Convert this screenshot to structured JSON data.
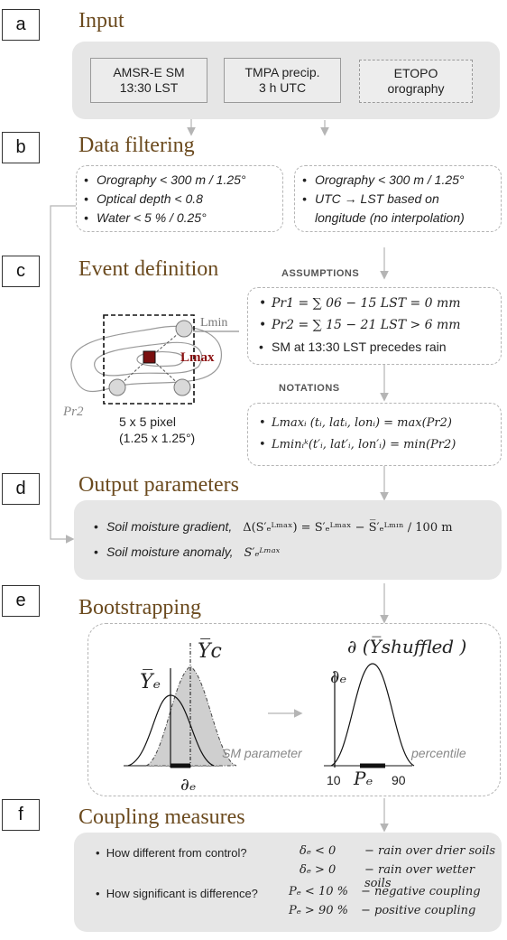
{
  "letters": {
    "a": "a",
    "b": "b",
    "c": "c",
    "d": "d",
    "e": "e",
    "f": "f"
  },
  "titles": {
    "input": "Input",
    "filtering": "Data filtering",
    "event": "Event definition",
    "output": "Output parameters",
    "bootstrap": "Bootstrapping",
    "coupling": "Coupling measures"
  },
  "input": {
    "amsr_line1": "AMSR-E SM",
    "amsr_line2": "13:30 LST",
    "tmpa_line1": "TMPA precip.",
    "tmpa_line2": "3 h  UTC",
    "etopo_line1": "ETOPO",
    "etopo_line2": "orography"
  },
  "filter_left": {
    "items": [
      "Orography < 300 m / 1.25°",
      "Optical depth < 0.8",
      "Water < 5 % / 0.25°"
    ]
  },
  "filter_right": {
    "item1": "Orography < 300 m / 1.25°",
    "item2a": "UTC  →  LST  based  on",
    "item2b": "longitude (no interpolation)"
  },
  "assumptions": {
    "head": "ASSUMPTIONS",
    "item1": "Pr1 = ∑ 06 − 15 LST = 0 mm",
    "item2": "Pr2 = ∑ 15 − 21 LST > 6 mm",
    "item3": "SM at 13:30 LST precedes rain"
  },
  "notations": {
    "head": "NOTATIONS",
    "item1": "Lmaxᵢ (tᵢ, latᵢ, lonᵢ) = max(Pr2)",
    "item2": "Lminᵢᵏ(t′ᵢ, lat′ᵢ, lon′ᵢ) = min(Pr2)"
  },
  "grid": {
    "lmin": "Lmin",
    "lmax": "Lmax",
    "pr2": "Pr2",
    "caption1": "5 x 5 pixel",
    "caption2": "(1.25 x 1.25°)"
  },
  "output": {
    "item1_label": "Soil moisture gradient,",
    "item1_formula": "Δ(S′ₑᴸᵐᵃˣ) = S′ₑᴸᵐᵃˣ − S̅′ₑᴸᵐᶦⁿ / 100 m",
    "item2_label": "Soil moisture anomaly,",
    "item2_formula": "S′ₑᴸᵐᵃˣ"
  },
  "bootstrap": {
    "ye": "Y̅ₑ",
    "yc": "Y̅c",
    "de_bottom": "∂ₑ",
    "sm_param": "SM parameter",
    "shuffled": "∂ (Y̅shuffled )",
    "de_right": "∂ₑ",
    "percentile": "percentile",
    "p10": "10",
    "pe": "Pₑ",
    "p90": "90"
  },
  "coupling": {
    "q1": "How different from control?",
    "c1a": "δₑ < 0",
    "r1a": "− rain over drier soils",
    "c1b": "δₑ > 0",
    "r1b": "− rain over wetter soils",
    "q2": "How significant is difference?",
    "c2a": "Pₑ < 10 %",
    "r2a": "− negative coupling",
    "c2b": "Pₑ > 90 %",
    "r2b": "− positive coupling"
  }
}
